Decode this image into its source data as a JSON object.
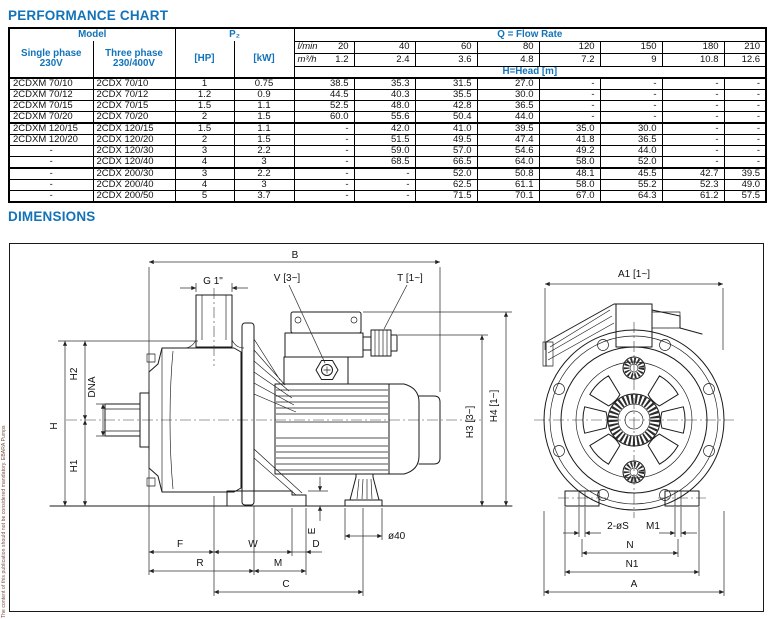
{
  "page": {
    "background": "#ffffff",
    "accent_blue": "#1273b9"
  },
  "performance": {
    "title": "PERFORMANCE CHART",
    "header": {
      "model": "Model",
      "single_phase_l1": "Single phase",
      "single_phase_l2": "230V",
      "three_phase_l1": "Three phase",
      "three_phase_l2": "230/400V",
      "p2": "P₂",
      "hp": "[HP]",
      "kw": "[kW]",
      "q": "Q = Flow Rate",
      "lmin_label": "l/min",
      "m3h_label": "m³/h",
      "head_label": "H=Head [m]",
      "flow_lmin": [
        "20",
        "40",
        "60",
        "80",
        "120",
        "150",
        "180",
        "210"
      ],
      "flow_m3h": [
        "1.2",
        "2.4",
        "3.6",
        "4.8",
        "7.2",
        "9",
        "10.8",
        "12.6"
      ]
    },
    "rows": [
      {
        "single": "2CDXM 70/10",
        "three": "2CDX 70/10",
        "hp": "1",
        "kw": "0.75",
        "heads": [
          "38.5",
          "35.3",
          "31.5",
          "27.0",
          "-",
          "-",
          "-",
          "-"
        ]
      },
      {
        "single": "2CDXM 70/12",
        "three": "2CDX 70/12",
        "hp": "1.2",
        "kw": "0.9",
        "heads": [
          "44.5",
          "40.3",
          "35.5",
          "30.0",
          "-",
          "-",
          "-",
          "-"
        ]
      },
      {
        "single": "2CDXM 70/15",
        "three": "2CDX 70/15",
        "hp": "1.5",
        "kw": "1.1",
        "heads": [
          "52.5",
          "48.0",
          "42.8",
          "36.5",
          "-",
          "-",
          "-",
          "-"
        ]
      },
      {
        "single": "2CDXM 70/20",
        "three": "2CDX 70/20",
        "hp": "2",
        "kw": "1.5",
        "heads": [
          "60.0",
          "55.6",
          "50.4",
          "44.0",
          "-",
          "-",
          "-",
          "-"
        ]
      },
      {
        "single": "2CDXM 120/15",
        "three": "2CDX 120/15",
        "hp": "1.5",
        "kw": "1.1",
        "heads": [
          "-",
          "42.0",
          "41.0",
          "39.5",
          "35.0",
          "30.0",
          "-",
          "-"
        ]
      },
      {
        "single": "2CDXM 120/20",
        "three": "2CDX 120/20",
        "hp": "2",
        "kw": "1.5",
        "heads": [
          "-",
          "51.5",
          "49.5",
          "47.4",
          "41.8",
          "36.5",
          "-",
          "-"
        ]
      },
      {
        "single": "-",
        "three": "2CDX 120/30",
        "hp": "3",
        "kw": "2.2",
        "heads": [
          "-",
          "59.0",
          "57.0",
          "54.6",
          "49.2",
          "44.0",
          "-",
          "-"
        ]
      },
      {
        "single": "-",
        "three": "2CDX 120/40",
        "hp": "4",
        "kw": "3",
        "heads": [
          "-",
          "68.5",
          "66.5",
          "64.0",
          "58.0",
          "52.0",
          "-",
          "-"
        ]
      },
      {
        "single": "-",
        "three": "2CDX 200/30",
        "hp": "3",
        "kw": "2.2",
        "heads": [
          "-",
          "-",
          "52.0",
          "50.8",
          "48.1",
          "45.5",
          "42.7",
          "39.5"
        ]
      },
      {
        "single": "-",
        "three": "2CDX 200/40",
        "hp": "4",
        "kw": "3",
        "heads": [
          "-",
          "-",
          "62.5",
          "61.1",
          "58.0",
          "55.2",
          "52.3",
          "49.0"
        ]
      },
      {
        "single": "-",
        "three": "2CDX 200/50",
        "hp": "5",
        "kw": "3.7",
        "heads": [
          "-",
          "-",
          "71.5",
          "70.1",
          "67.0",
          "64.3",
          "61.2",
          "57.5"
        ]
      }
    ]
  },
  "dimensions": {
    "title": "DIMENSIONS",
    "labels": {
      "b": "B",
      "g1": "G 1\"",
      "v": "V [3~]",
      "t": "T [1~]",
      "h": "H",
      "h1": "H1",
      "h2": "H2",
      "dna": "DNA",
      "e": "E",
      "d40": "ø40",
      "f": "F",
      "w": "W",
      "d": "D",
      "r": "R",
      "m": "M",
      "c": "C",
      "h3": "H3 [3~]",
      "h4": "H4 [1~]",
      "a1": "A1 [1~]",
      "phis": "2-øS",
      "m1": "M1",
      "n": "N",
      "n1": "N1",
      "a": "A"
    },
    "disclaimer": "The content of this publication should not be considered mandatory. EBARA Pumps"
  }
}
